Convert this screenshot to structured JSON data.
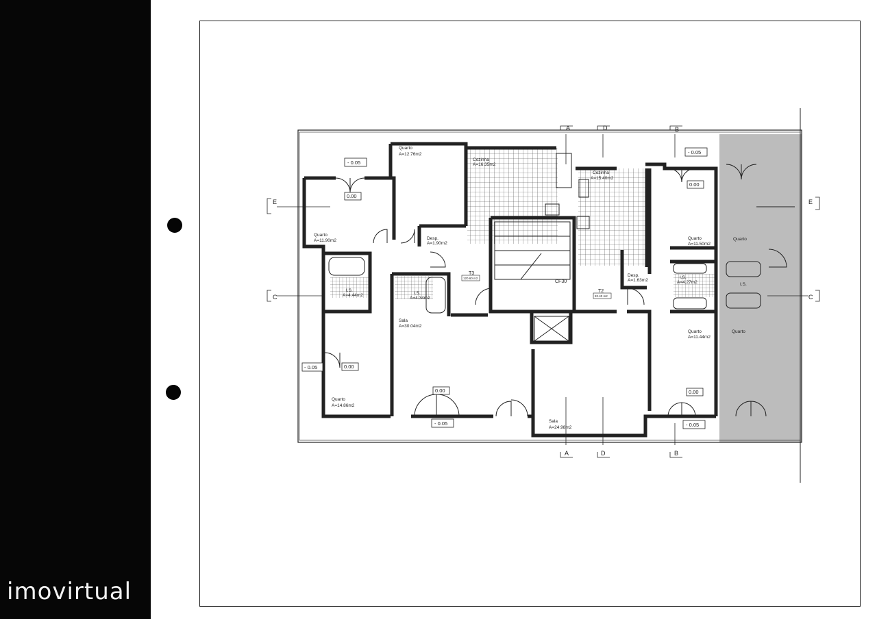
{
  "watermark": "imovirtual",
  "plan": {
    "sections": {
      "A": "A",
      "B": "B",
      "C": "C",
      "D": "D",
      "E": "E"
    },
    "units": {
      "left": "T3",
      "right": "T2"
    },
    "unit_area_left": "120.60 m2",
    "unit_area_right": "82.40 m2",
    "stair_label": "CF30",
    "rooms": {
      "quarto_top": [
        "Quarto",
        "A=12.76m2"
      ],
      "cozinha_left": [
        "Cozinha",
        "A=16.35m2"
      ],
      "cozinha_right": [
        "Cozinha",
        "A=15.40m2"
      ],
      "quarto_left": [
        "Quarto",
        "A=11.90m2"
      ],
      "desp_left": [
        "Desp.",
        "A=1.90m2"
      ],
      "is_left1": [
        "I.S.",
        "A=4.44m2"
      ],
      "is_left2": [
        "I.S.",
        "A=4.34m2"
      ],
      "sala_left": [
        "Sala",
        "A=30.04m2"
      ],
      "quarto_bottom_left": [
        "Quarto",
        "A=14.86m2"
      ],
      "desp_right": [
        "Desp.",
        "A=1.63m2"
      ],
      "quarto_right_top": [
        "Quarto",
        "A=11.50m2"
      ],
      "is_right": [
        "I.S.",
        "A=4.27m2"
      ],
      "quarto_right_bottom": [
        "Quarto",
        "A=11.44m2"
      ],
      "sala_right": [
        "Sala",
        "A=24.98m2"
      ],
      "quarto_far_top": [
        "Quarto"
      ],
      "is_far": [
        "I.S."
      ],
      "quarto_far_bottom": [
        "Quarto"
      ]
    },
    "levels": {
      "balcony_top_left": "- 0.05",
      "balcony_top_right": "- 0.05",
      "balcony_left": "- 0.05",
      "balcony_bottom": "- 0.05",
      "balcony_bottom_right": "- 0.05",
      "floor_quarto_left": "0.00",
      "floor_quarto_right": "0.00",
      "floor_quarto_bottom_left": "0.00",
      "floor_sala_left": "0.00",
      "floor_sala_right": "0.00"
    }
  }
}
